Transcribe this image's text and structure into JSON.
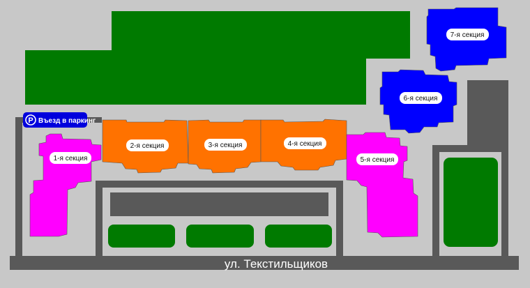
{
  "colors": {
    "background": "#c8c8c8",
    "green_area": "#007a00",
    "road": "#595959",
    "sections_1_5": "#ff00ff",
    "sections_2_4": "#ff7200",
    "sections_6_7": "#0000ff",
    "parking_badge": "#0000dd"
  },
  "parking": {
    "icon_letter": "P",
    "label": "Въезд в паркинг"
  },
  "street": {
    "name": "ул. Текстильщиков"
  },
  "sections": [
    {
      "label": "1-я секция"
    },
    {
      "label": "2-я секция"
    },
    {
      "label": "3-я секция"
    },
    {
      "label": "4-я секция"
    },
    {
      "label": "5-я секция"
    },
    {
      "label": "6-я секция"
    },
    {
      "label": "7-я секция"
    }
  ]
}
